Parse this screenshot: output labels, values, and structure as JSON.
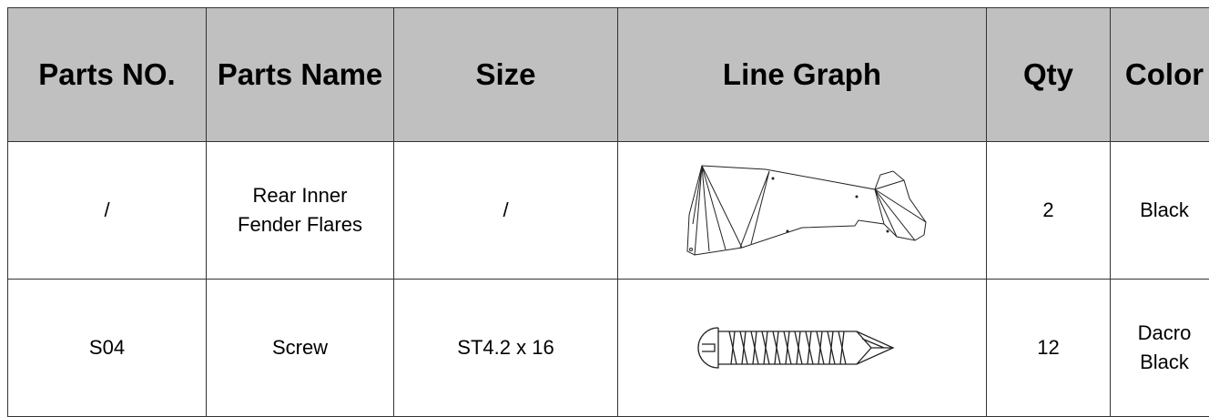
{
  "table": {
    "headers": [
      "Parts NO.",
      "Parts Name",
      "Size",
      "Line Graph",
      "Qty",
      "Color"
    ],
    "rows": [
      {
        "parts_no": "/",
        "parts_name_line1": "Rear Inner",
        "parts_name_line2": "Fender Flares",
        "size": "/",
        "line_graph": "fender-flare-drawing",
        "qty": "2",
        "color": "Black"
      },
      {
        "parts_no": "S04",
        "parts_name": "Screw",
        "size": "ST4.2 x 16",
        "line_graph": "screw-drawing",
        "qty": "12",
        "color": "Dacro Black"
      }
    ]
  }
}
